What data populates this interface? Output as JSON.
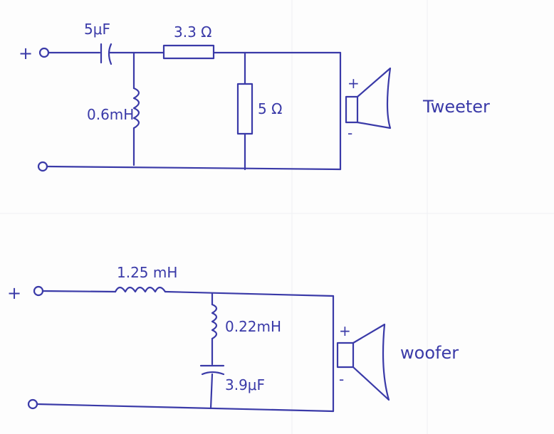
{
  "tweeter_circuit": {
    "plus_terminal": "+",
    "capacitor_label": "5μF",
    "resistor_series_label": "3.3 Ω",
    "inductor_label": "0.6mH",
    "resistor_shunt_label": "5 Ω",
    "speaker_plus": "+",
    "speaker_minus": "-",
    "speaker_label": "Tweeter"
  },
  "woofer_circuit": {
    "plus_terminal": "+",
    "inductor_series_label": "1.25 mH",
    "inductor_shunt_label": "0.22mH",
    "capacitor_label": "3.9μF",
    "speaker_plus": "+",
    "speaker_minus": "-",
    "speaker_label": "woofer"
  },
  "colors": {
    "ink": "#3a3aa8",
    "paper": "#fdfdfd"
  }
}
